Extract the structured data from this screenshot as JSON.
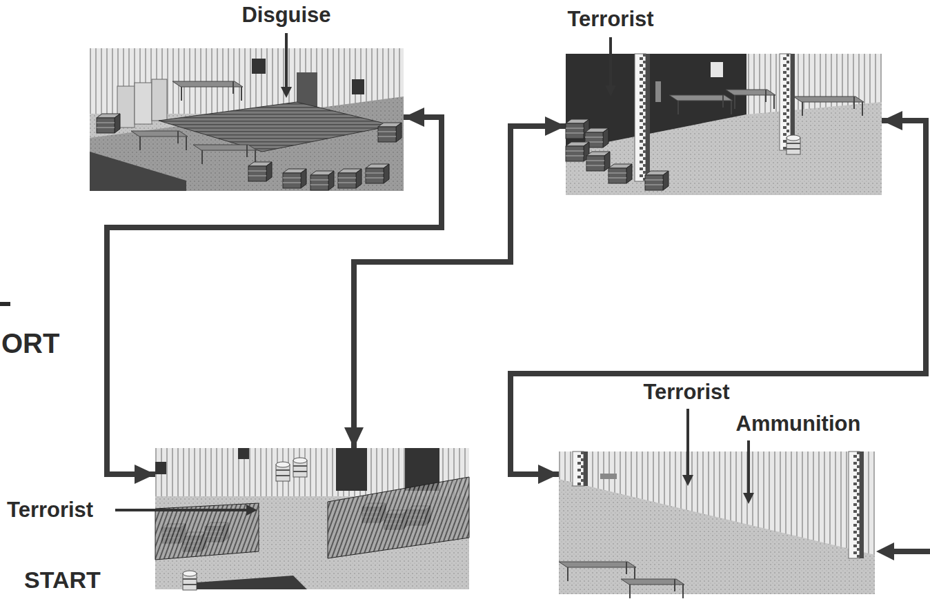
{
  "diagram": {
    "nodes": [
      {
        "text": [
          "Disguise"
        ]
      },
      {
        "text": [
          "Terrorist"
        ]
      },
      {
        "text": [
          "Terrorist",
          "START"
        ]
      },
      {
        "text": [
          "Terrorist",
          "Ammunition"
        ]
      }
    ],
    "edges": [
      {
        "from": 0,
        "to": 2,
        "arrow": "both"
      },
      {
        "from": 1,
        "to": 2,
        "arrow": "both"
      },
      {
        "from": 1,
        "to": 3,
        "arrow": "both"
      }
    ],
    "labels": [
      "ORT"
    ]
  }
}
